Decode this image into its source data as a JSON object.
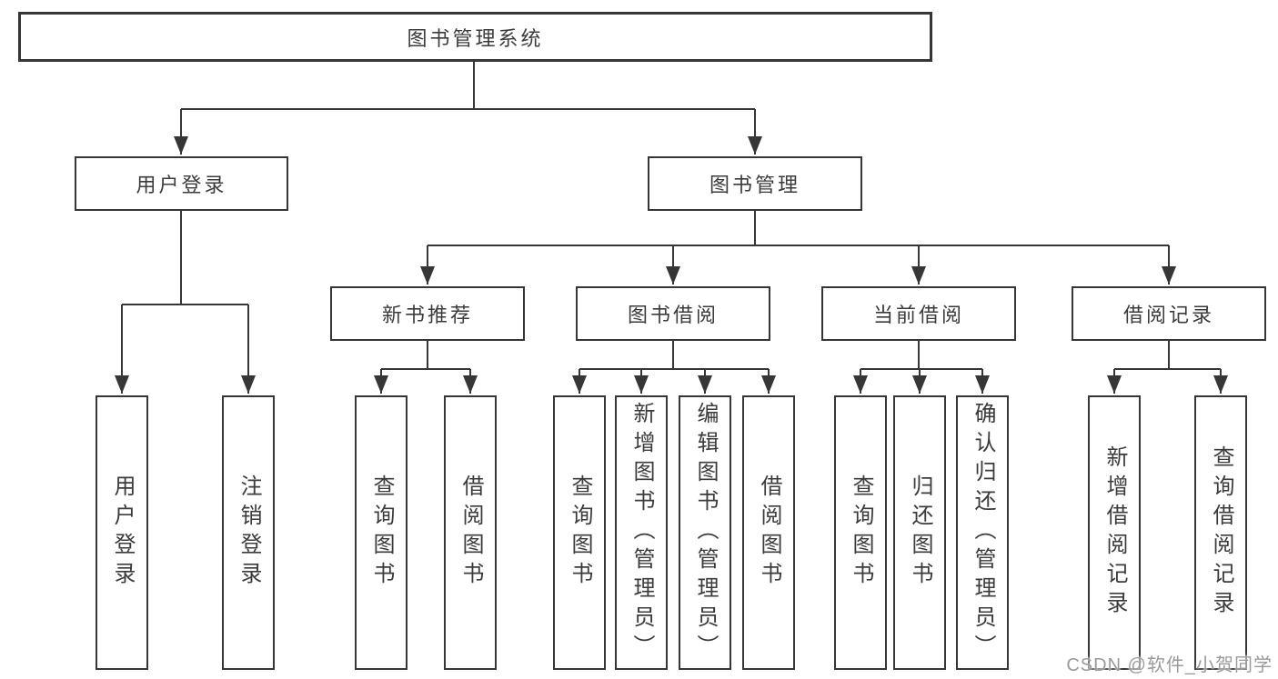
{
  "diagram": {
    "root": {
      "label": "图书管理系统"
    },
    "branches": [
      {
        "label": "用户登录",
        "leaves": [
          {
            "label": "用户登录"
          },
          {
            "label": "注销登录"
          }
        ]
      },
      {
        "label": "图书管理",
        "groups": [
          {
            "label": "新书推荐",
            "leaves": [
              {
                "label": "查询图书"
              },
              {
                "label": "借阅图书"
              }
            ]
          },
          {
            "label": "图书借阅",
            "leaves": [
              {
                "label": "查询图书"
              },
              {
                "label": "新增图书（管理员）"
              },
              {
                "label": "编辑图书（管理员）"
              },
              {
                "label": "借阅图书"
              }
            ]
          },
          {
            "label": "当前借阅",
            "leaves": [
              {
                "label": "查询图书"
              },
              {
                "label": "归还图书"
              },
              {
                "label": "确认归还（管理员）"
              }
            ]
          },
          {
            "label": "借阅记录",
            "leaves": [
              {
                "label": "新增借阅记录"
              },
              {
                "label": "查询借阅记录"
              }
            ]
          }
        ]
      }
    ],
    "colors": {
      "line": "#363636",
      "text": "#3b3b3b",
      "background": "#ffffff",
      "watermark": "#9a9a9a"
    },
    "watermark": "CSDN @软件_小贺同学"
  }
}
